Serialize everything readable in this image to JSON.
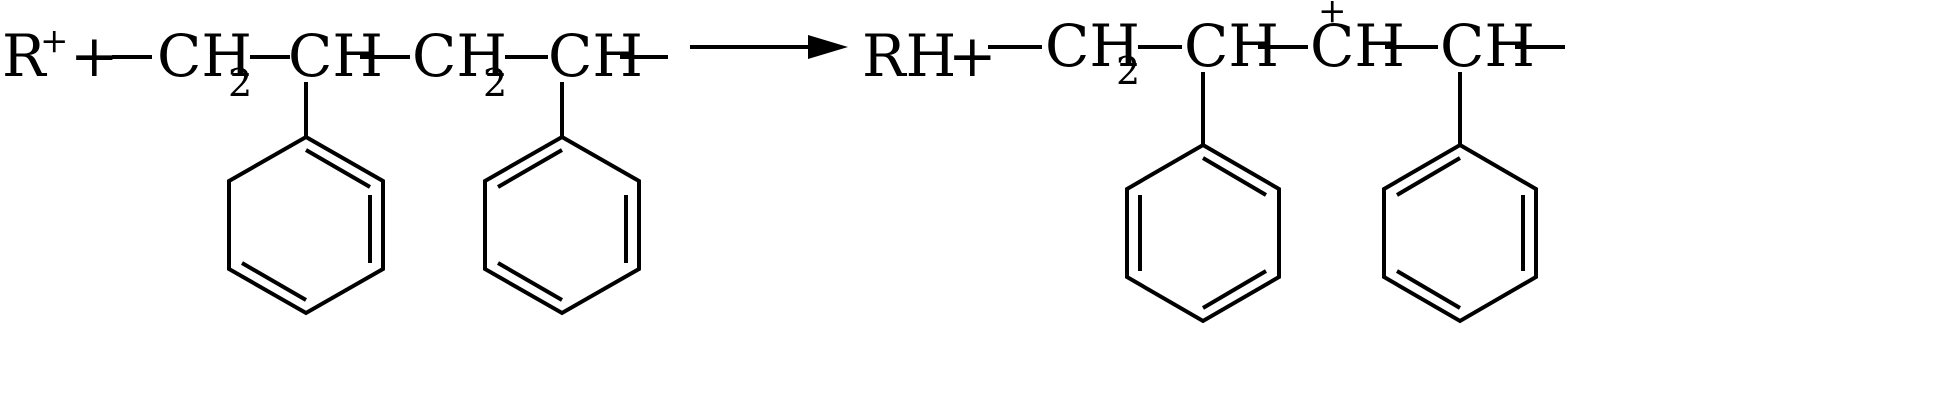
{
  "reaction": {
    "reactant_cation": "R",
    "reactant_charge": "+",
    "plus_1": "+",
    "left_chain": {
      "ch2_a": "CH",
      "ch2_a_sub": "2",
      "ch_a": "CH",
      "ch2_b": "CH",
      "ch2_b_sub": "2",
      "ch_b": "CH"
    },
    "product_neutral": "RH",
    "plus_2": "+",
    "right_chain": {
      "ch2_a": "CH",
      "ch2_a_sub": "2",
      "ch_a": "CH",
      "ch_cation": "CH",
      "ch_cation_charge": "+",
      "ch_b": "CH"
    }
  },
  "colors": {
    "ink": "#000000",
    "background": "#ffffff"
  }
}
